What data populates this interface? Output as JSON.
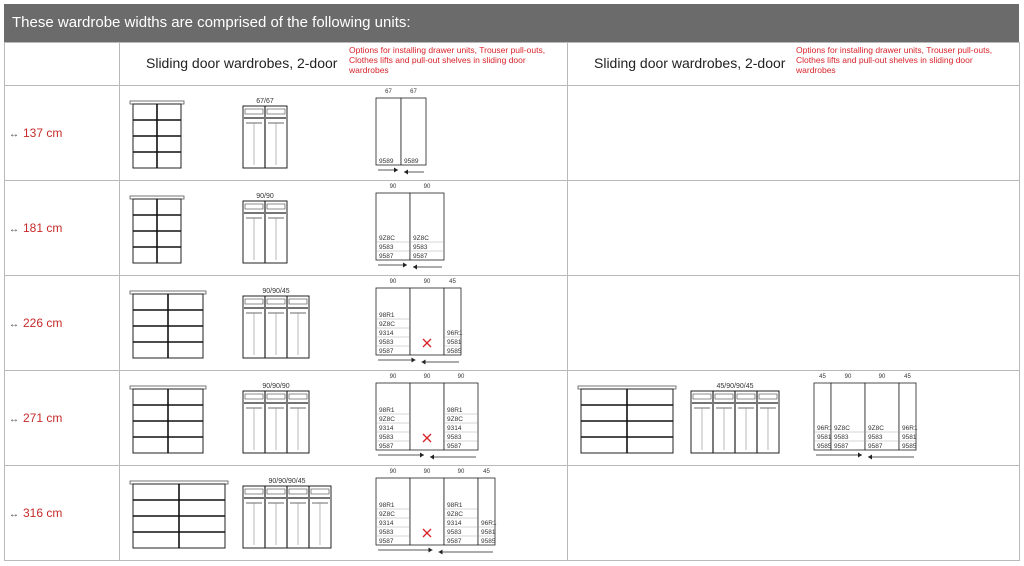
{
  "header": {
    "title": "These wardrobe widths are comprised of the following units:"
  },
  "columns": {
    "left_title": "Sliding door wardrobes, 2-door",
    "left_options": "Options for installing drawer units, Trouser pull-outs, Clothes lifts and pull-out shelves in sliding door wardrobes",
    "right_title": "Sliding door wardrobes, 2-door",
    "right_options": "Options for installing drawer units, Trouser pull-outs, Clothes lifts and pull-out shelves in sliding door wardrobes"
  },
  "rows": [
    {
      "width": "137 cm",
      "combo": "67/67",
      "units": [
        "67",
        "67"
      ],
      "codes": [
        [
          "9589"
        ],
        [
          "9589"
        ]
      ]
    },
    {
      "width": "181 cm",
      "combo": "90/90",
      "units": [
        "90",
        "90"
      ],
      "codes": [
        [
          "9Z8C",
          "9583",
          "9587"
        ],
        [
          "9Z8C",
          "9583",
          "9587"
        ]
      ]
    },
    {
      "width": "226 cm",
      "combo": "90/90/45",
      "units": [
        "90",
        "90",
        "45"
      ],
      "codes": [
        [
          "98R1",
          "9Z8C",
          "9314",
          "9583",
          "9587"
        ],
        [
          "x"
        ],
        [
          "96R1",
          "9581",
          "9585"
        ]
      ]
    },
    {
      "width": "271 cm",
      "combo": "90/90/90",
      "units": [
        "90",
        "90",
        "90"
      ],
      "codes": [
        [
          "98R1",
          "9Z8C",
          "9314",
          "9583",
          "9587"
        ],
        [
          "x"
        ],
        [
          "98R1",
          "9Z8C",
          "9314",
          "9583",
          "9587"
        ]
      ],
      "alt": {
        "combo": "45/90/90/45",
        "units": [
          "45",
          "90",
          "90",
          "45"
        ],
        "codes": [
          [
            "96R1",
            "9581",
            "9585"
          ],
          [
            "9Z8C",
            "9583",
            "9587"
          ],
          [
            "9Z8C",
            "9583",
            "9587"
          ],
          [
            "96R1",
            "9581",
            "9585"
          ]
        ]
      }
    },
    {
      "width": "316 cm",
      "combo": "90/90/90/45",
      "units": [
        "90",
        "90",
        "90",
        "45"
      ],
      "codes": [
        [
          "98R1",
          "9Z8C",
          "9314",
          "9583",
          "9587"
        ],
        [
          "x"
        ],
        [
          "98R1",
          "9Z8C",
          "9314",
          "9583",
          "9587"
        ],
        [
          "96R1",
          "9581",
          "9585"
        ]
      ]
    }
  ]
}
